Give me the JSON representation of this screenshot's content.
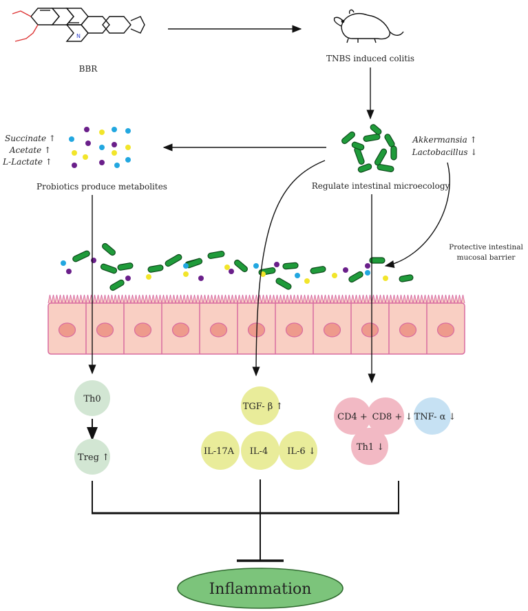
{
  "compound": {
    "label": "BBR"
  },
  "model": {
    "label": "TNBS induced colitis"
  },
  "microbiota": {
    "label": "Regulate intestinal microecology",
    "changes": [
      "Akkermansia ↑",
      "Lactobacillus ↓"
    ]
  },
  "metabolites": {
    "label": "Probiotics produce metabolites",
    "changes": [
      "Succinate ↑",
      "Acetate ↑",
      "L-Lactate ↑"
    ]
  },
  "barrier": {
    "label_line1": "Protective intestinal",
    "label_line2": "mucosal barrier"
  },
  "t_cells": {
    "th0": "Th0",
    "treg": "Treg ↑"
  },
  "cytokines": {
    "tgfb": "TGF- β ↑",
    "il17a": "IL-17A",
    "il4": "IL-4",
    "il6": "IL-6 ↓"
  },
  "lymphocytes": {
    "cd4": "CD4 +",
    "cd8": "CD8 + ↓",
    "tnfa": "TNF- α ↓",
    "th1": "Th1 ↓"
  },
  "outcome": {
    "label": "Inflammation"
  },
  "colors": {
    "bacteria": "#1f9b3a",
    "epithelium_fill": "#f9cfc3",
    "epithelium_stroke": "#d86aa0",
    "nucleus": "#ee9a8c",
    "treg_bubble": "#d2e6d3",
    "cytokine_bubble": "#e9ec9a",
    "lymph_bubble": "#f2b9c4",
    "tnf_bubble": "#c6e1f3",
    "inflammation": "#7cc47b",
    "dot_purple": "#6a1f8a",
    "dot_blue": "#22a7e0",
    "dot_yellow": "#f2e52a"
  }
}
